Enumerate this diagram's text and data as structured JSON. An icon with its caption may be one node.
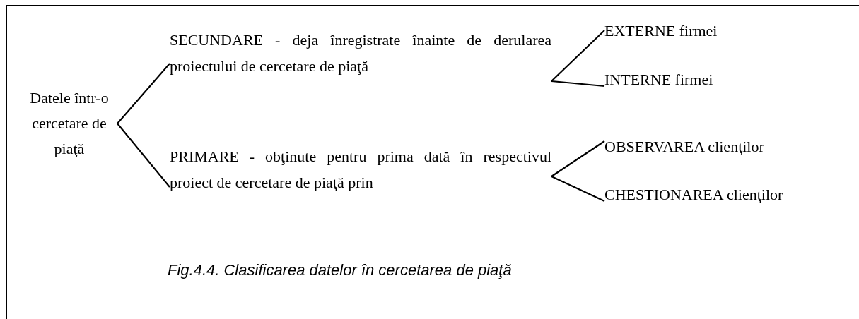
{
  "diagram": {
    "caption": "Fig.4.4. Clasificarea datelor în cercetarea de piaţă",
    "nodes": [
      {
        "text": [
          "Datele într-o cercetare de piaţă"
        ]
      },
      {
        "text": [
          "SECUNDARE - deja înregistrate înainte de derularea proiectului de cercetare de piaţă"
        ]
      },
      {
        "text": [
          "PRIMARE - obţinute pentru prima dată în respectivul proiect de cercetare de piaţă prin"
        ]
      },
      {
        "text": [
          "EXTERNE firmei"
        ]
      },
      {
        "text": [
          "INTERNE firmei"
        ]
      },
      {
        "text": [
          "OBSERVAREA clienţilor"
        ]
      },
      {
        "text": [
          "CHESTIONAREA clienţilor"
        ]
      }
    ],
    "edges": [
      {
        "from": 0,
        "to": 1,
        "arrow": "none"
      },
      {
        "from": 0,
        "to": 2,
        "arrow": "none"
      },
      {
        "from": 1,
        "to": 3,
        "arrow": "none"
      },
      {
        "from": 1,
        "to": 4,
        "arrow": "none"
      },
      {
        "from": 2,
        "to": 5,
        "arrow": "none"
      },
      {
        "from": 2,
        "to": 6,
        "arrow": "none"
      }
    ]
  }
}
